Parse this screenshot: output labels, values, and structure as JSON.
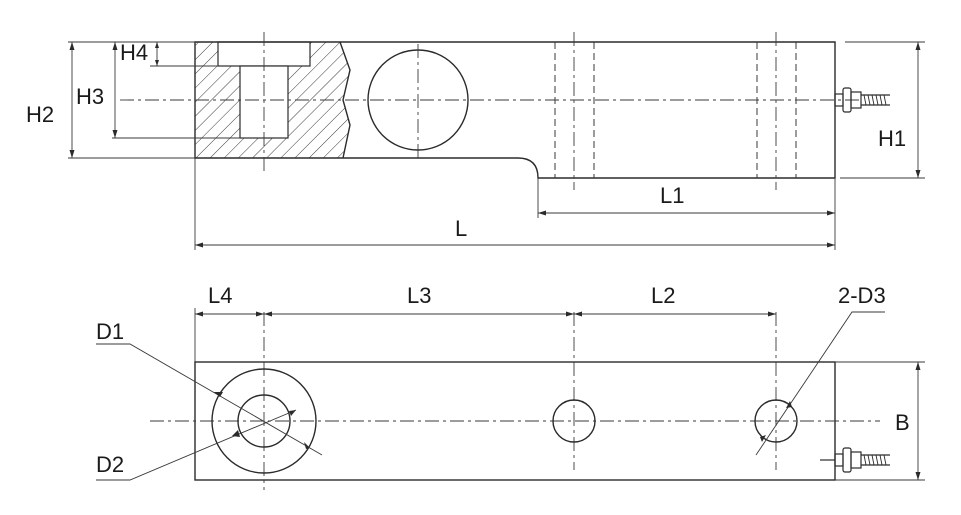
{
  "labels": {
    "H1": "H1",
    "H2": "H2",
    "H3": "H3",
    "H4": "H4",
    "L": "L",
    "L1": "L1",
    "L2": "L2",
    "L3": "L3",
    "L4": "L4",
    "B": "B",
    "D1": "D1",
    "D2": "D2",
    "D3": "2-D3"
  }
}
